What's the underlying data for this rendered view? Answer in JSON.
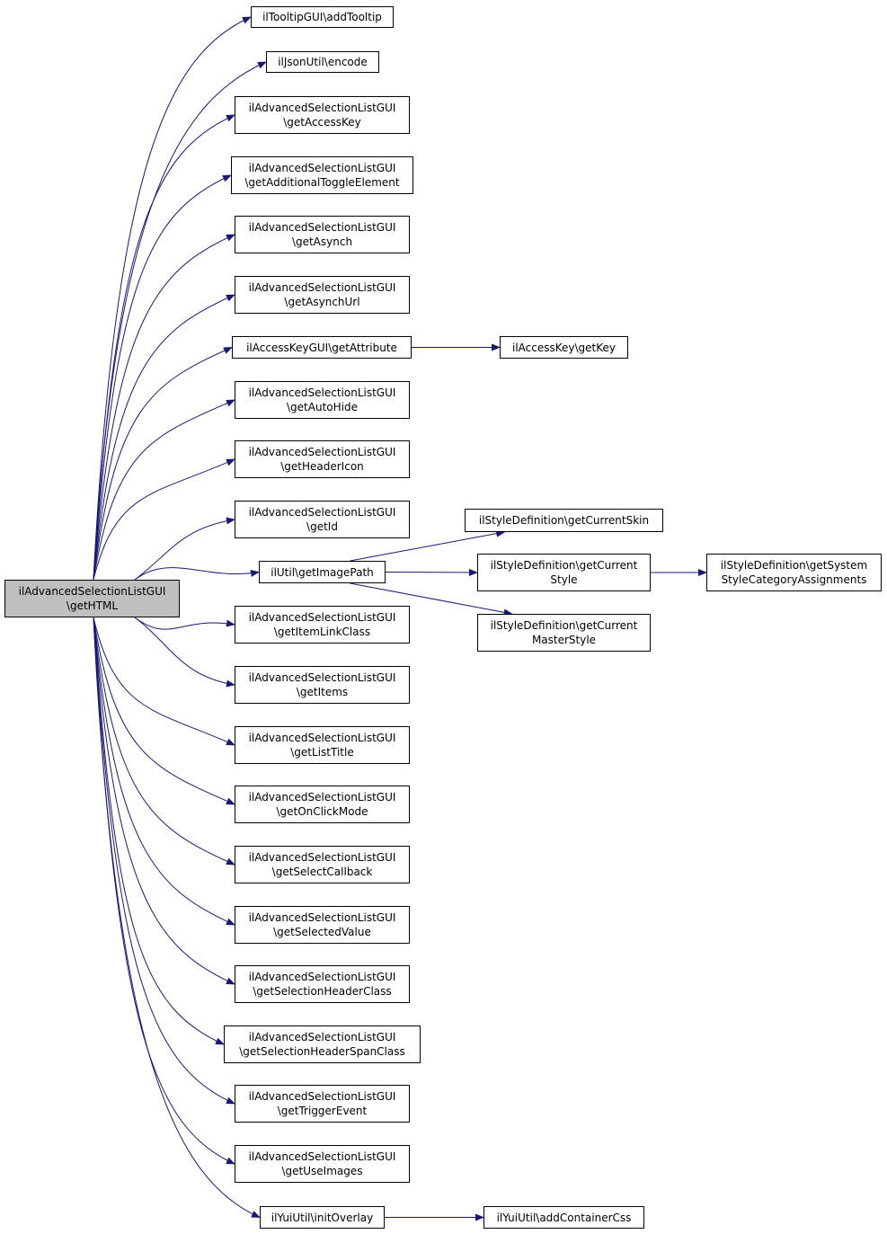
{
  "colors": {
    "edge": "#191970",
    "node_border": "#000000",
    "root_fill": "#bfbfbf",
    "node_fill": "#ffffff"
  },
  "nodes": [
    {
      "id": "root",
      "lines": [
        "ilAdvancedSelectionListGUI",
        "\\getHTML"
      ]
    },
    {
      "id": "addTooltip",
      "lines": [
        "ilTooltipGUI\\addTooltip"
      ]
    },
    {
      "id": "encode",
      "lines": [
        "ilJsonUtil\\encode"
      ]
    },
    {
      "id": "getAccessKey",
      "lines": [
        "ilAdvancedSelectionListGUI",
        "\\getAccessKey"
      ]
    },
    {
      "id": "getAdditionalToggleElement",
      "lines": [
        "ilAdvancedSelectionListGUI",
        "\\getAdditionalToggleElement"
      ]
    },
    {
      "id": "getAsynch",
      "lines": [
        "ilAdvancedSelectionListGUI",
        "\\getAsynch"
      ]
    },
    {
      "id": "getAsynchUrl",
      "lines": [
        "ilAdvancedSelectionListGUI",
        "\\getAsynchUrl"
      ]
    },
    {
      "id": "getAttribute",
      "lines": [
        "ilAccessKeyGUI\\getAttribute"
      ]
    },
    {
      "id": "getKey",
      "lines": [
        "ilAccessKey\\getKey"
      ]
    },
    {
      "id": "getAutoHide",
      "lines": [
        "ilAdvancedSelectionListGUI",
        "\\getAutoHide"
      ]
    },
    {
      "id": "getHeaderIcon",
      "lines": [
        "ilAdvancedSelectionListGUI",
        "\\getHeaderIcon"
      ]
    },
    {
      "id": "getId",
      "lines": [
        "ilAdvancedSelectionListGUI",
        "\\getId"
      ]
    },
    {
      "id": "getImagePath",
      "lines": [
        "ilUtil\\getImagePath"
      ]
    },
    {
      "id": "getCurrentSkin",
      "lines": [
        "ilStyleDefinition\\getCurrentSkin"
      ]
    },
    {
      "id": "getCurrentStyle",
      "lines": [
        "ilStyleDefinition\\getCurrent",
        "Style"
      ]
    },
    {
      "id": "getSystemStyleCategoryAssignments",
      "lines": [
        "ilStyleDefinition\\getSystem",
        "StyleCategoryAssignments"
      ]
    },
    {
      "id": "getCurrentMasterStyle",
      "lines": [
        "ilStyleDefinition\\getCurrent",
        "MasterStyle"
      ]
    },
    {
      "id": "getItemLinkClass",
      "lines": [
        "ilAdvancedSelectionListGUI",
        "\\getItemLinkClass"
      ]
    },
    {
      "id": "getItems",
      "lines": [
        "ilAdvancedSelectionListGUI",
        "\\getItems"
      ]
    },
    {
      "id": "getListTitle",
      "lines": [
        "ilAdvancedSelectionListGUI",
        "\\getListTitle"
      ]
    },
    {
      "id": "getOnClickMode",
      "lines": [
        "ilAdvancedSelectionListGUI",
        "\\getOnClickMode"
      ]
    },
    {
      "id": "getSelectCallback",
      "lines": [
        "ilAdvancedSelectionListGUI",
        "\\getSelectCallback"
      ]
    },
    {
      "id": "getSelectedValue",
      "lines": [
        "ilAdvancedSelectionListGUI",
        "\\getSelectedValue"
      ]
    },
    {
      "id": "getSelectionHeaderClass",
      "lines": [
        "ilAdvancedSelectionListGUI",
        "\\getSelectionHeaderClass"
      ]
    },
    {
      "id": "getSelectionHeaderSpanClass",
      "lines": [
        "ilAdvancedSelectionListGUI",
        "\\getSelectionHeaderSpanClass"
      ]
    },
    {
      "id": "getTriggerEvent",
      "lines": [
        "ilAdvancedSelectionListGUI",
        "\\getTriggerEvent"
      ]
    },
    {
      "id": "getUseImages",
      "lines": [
        "ilAdvancedSelectionListGUI",
        "\\getUseImages"
      ]
    },
    {
      "id": "initOverlay",
      "lines": [
        "ilYuiUtil\\initOverlay"
      ]
    },
    {
      "id": "addContainerCss",
      "lines": [
        "ilYuiUtil\\addContainerCss"
      ]
    }
  ],
  "edges": [
    [
      "root",
      "addTooltip"
    ],
    [
      "root",
      "encode"
    ],
    [
      "root",
      "getAccessKey"
    ],
    [
      "root",
      "getAdditionalToggleElement"
    ],
    [
      "root",
      "getAsynch"
    ],
    [
      "root",
      "getAsynchUrl"
    ],
    [
      "root",
      "getAttribute"
    ],
    [
      "root",
      "getAutoHide"
    ],
    [
      "root",
      "getHeaderIcon"
    ],
    [
      "root",
      "getId"
    ],
    [
      "root",
      "getImagePath"
    ],
    [
      "root",
      "getItemLinkClass"
    ],
    [
      "root",
      "getItems"
    ],
    [
      "root",
      "getListTitle"
    ],
    [
      "root",
      "getOnClickMode"
    ],
    [
      "root",
      "getSelectCallback"
    ],
    [
      "root",
      "getSelectedValue"
    ],
    [
      "root",
      "getSelectionHeaderClass"
    ],
    [
      "root",
      "getSelectionHeaderSpanClass"
    ],
    [
      "root",
      "getTriggerEvent"
    ],
    [
      "root",
      "getUseImages"
    ],
    [
      "root",
      "initOverlay"
    ],
    [
      "getAttribute",
      "getKey"
    ],
    [
      "getImagePath",
      "getCurrentSkin"
    ],
    [
      "getImagePath",
      "getCurrentStyle"
    ],
    [
      "getImagePath",
      "getCurrentMasterStyle"
    ],
    [
      "getCurrentStyle",
      "getSystemStyleCategoryAssignments"
    ],
    [
      "initOverlay",
      "addContainerCss"
    ]
  ]
}
